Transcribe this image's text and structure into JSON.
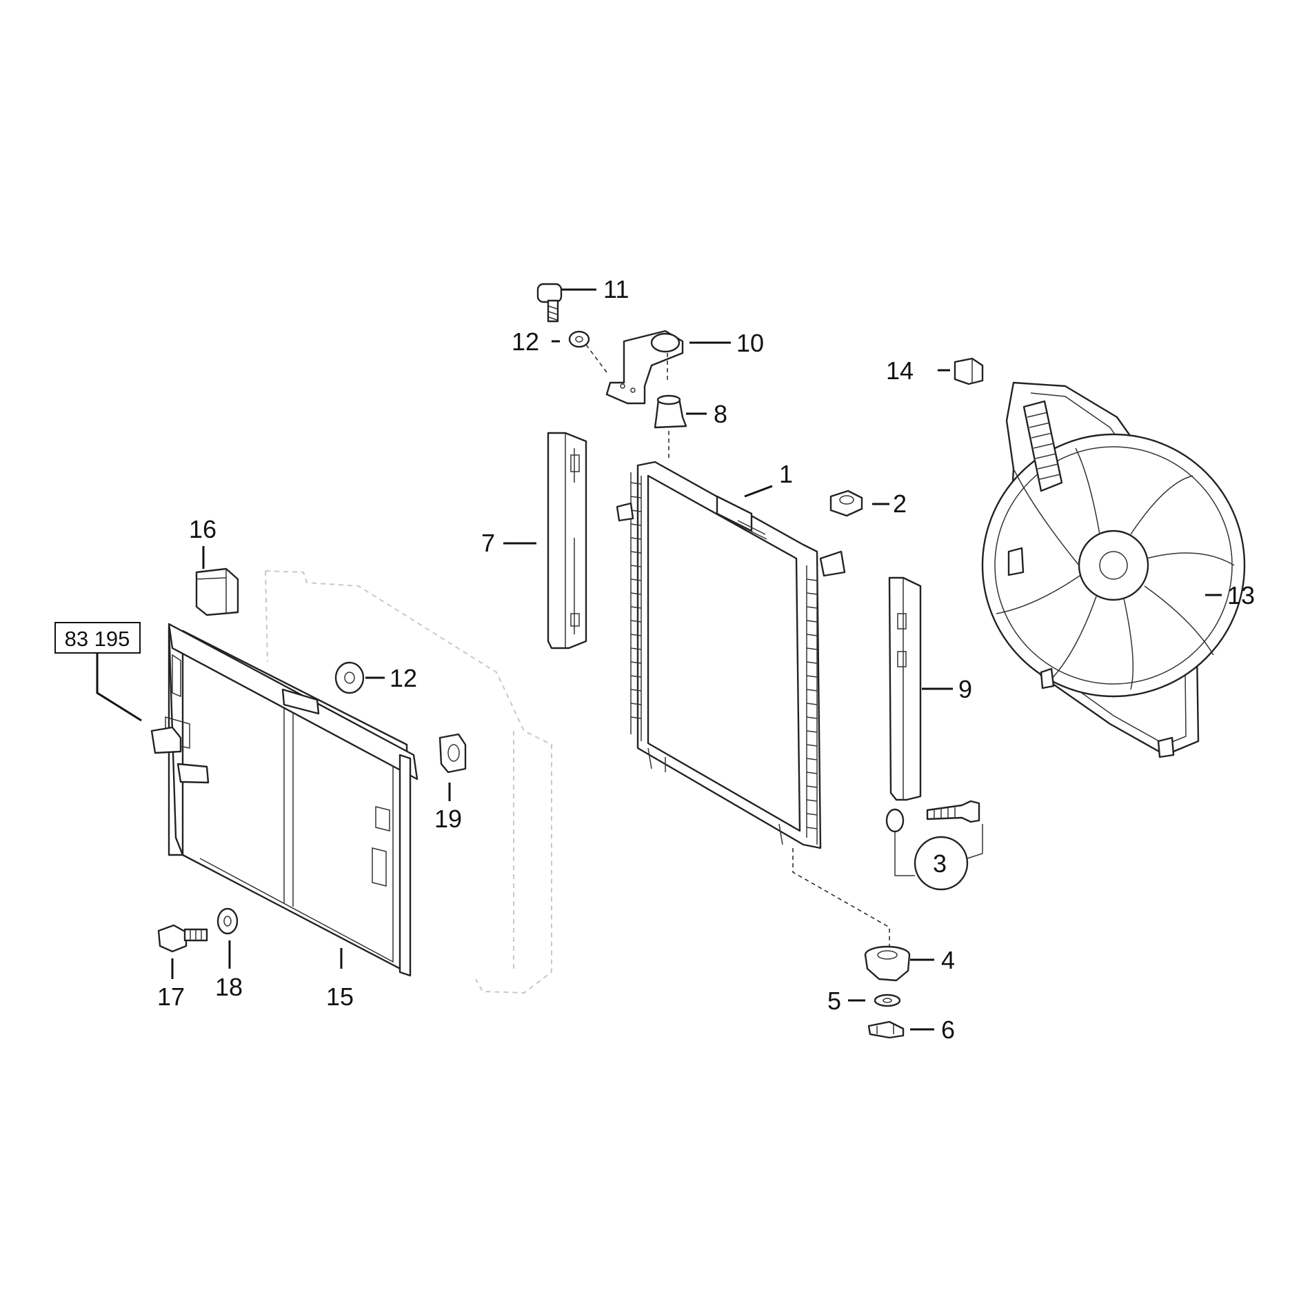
{
  "diagram": {
    "reference_box": "83 195",
    "callouts": {
      "c1": "1",
      "c2": "2",
      "c3": "3",
      "c4": "4",
      "c5": "5",
      "c6": "6",
      "c7": "7",
      "c8": "8",
      "c9": "9",
      "c10": "10",
      "c11": "11",
      "c12a": "12",
      "c12b": "12",
      "c13": "13",
      "c14": "14",
      "c15": "15",
      "c16": "16",
      "c17": "17",
      "c18": "18",
      "c19": "19"
    }
  }
}
